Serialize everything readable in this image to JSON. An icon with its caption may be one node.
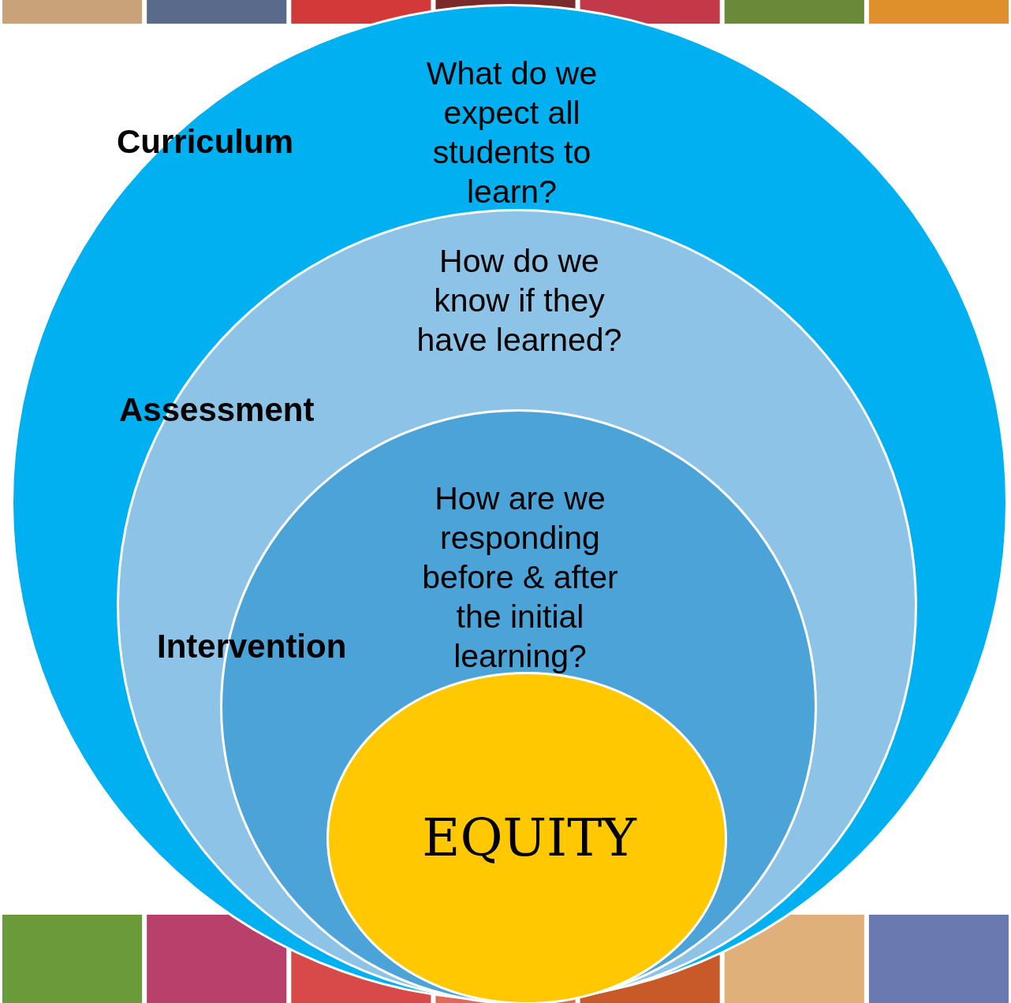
{
  "diagram": {
    "nodes": [
      {
        "text": [
          "Curriculum",
          "What do we expect all students to learn?"
        ]
      },
      {
        "text": [
          "Assessment",
          "How do we know if they have learned?"
        ],
        "in": 0
      },
      {
        "text": [
          "Intervention",
          "How are we responding before & after the initial learning?"
        ],
        "in": 1
      },
      {
        "text": [
          "EQUITY"
        ],
        "in": 2
      }
    ]
  }
}
